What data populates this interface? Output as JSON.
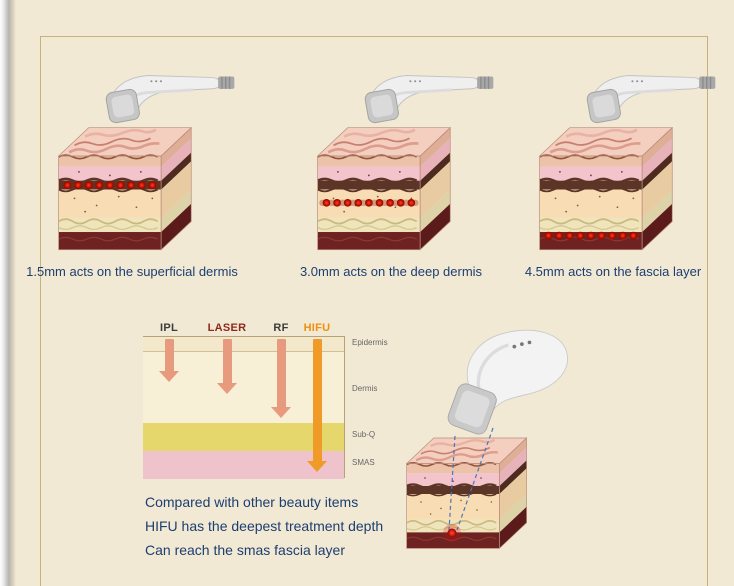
{
  "page": {
    "background_color": "#f2e9d4",
    "frame_color": "#c7b27c"
  },
  "depth_sections": [
    {
      "caption": "1.5mm acts on the superficial dermis"
    },
    {
      "caption": "3.0mm acts on the deep dermis"
    },
    {
      "caption": "4.5mm acts on the fascia layer"
    }
  ],
  "comparison_chart": {
    "treatments": [
      {
        "label": "IPL",
        "label_color": "#3c3c3c",
        "arrow_color": "#e79a7d",
        "depth_percent": 32
      },
      {
        "label": "LASER",
        "label_color": "#8d2b1b",
        "arrow_color": "#e79a7d",
        "depth_percent": 40
      },
      {
        "label": "RF",
        "label_color": "#3c3c3c",
        "arrow_color": "#e79a7d",
        "depth_percent": 57
      },
      {
        "label": "HIFU",
        "label_color": "#ef8f0c",
        "arrow_color": "#f09a28",
        "depth_percent": 95
      }
    ],
    "layers": [
      {
        "label": "Epidermis",
        "band_color": "#f3e8cb"
      },
      {
        "label": "Dermis",
        "band_color": "#f8efd7"
      },
      {
        "label": "Sub-Q",
        "band_color": "#e6d76d"
      },
      {
        "label": "SMAS",
        "band_color": "#efc3cb"
      }
    ]
  },
  "summary": {
    "lines": [
      "Compared with other beauty items",
      "HIFU has the deepest treatment depth",
      "Can reach the smas fascia layer"
    ]
  },
  "colors": {
    "caption_text": "#1c3e70",
    "hifu_highlight": "#ef8f0c",
    "focal_dot_red": "#cc1000"
  }
}
